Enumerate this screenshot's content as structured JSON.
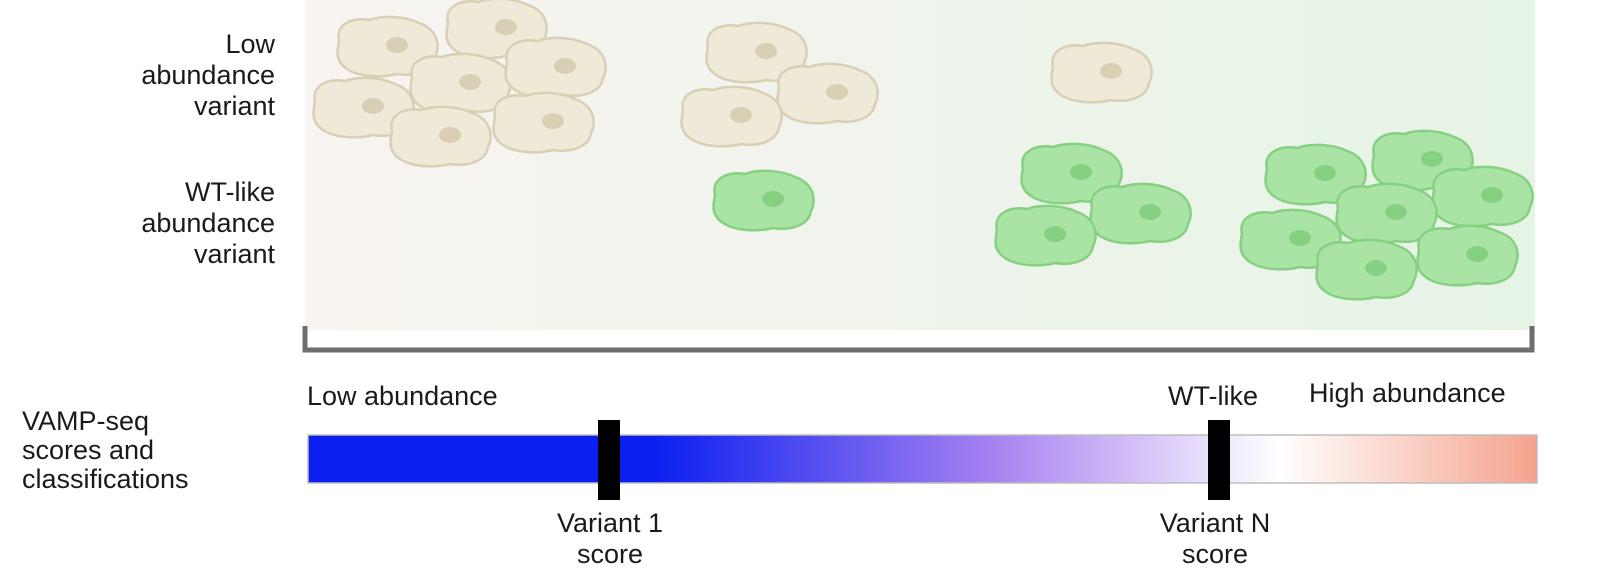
{
  "rows": [
    {
      "label_lines": [
        "Low",
        "abundance",
        "variant"
      ]
    },
    {
      "label_lines": [
        "WT-like",
        "abundance",
        "variant"
      ]
    }
  ],
  "scale": {
    "label_lines": [
      "VAMP-seq",
      "scores and",
      "classifications"
    ],
    "class_low": "Low abundance",
    "class_wt": "WT-like",
    "class_high": "High abundance",
    "gradient_colors": {
      "low": "#0a1ff0",
      "mid": "#a883f0",
      "wt": "#ffffff",
      "high": "#f4a38e"
    },
    "markers": [
      {
        "label_lines": [
          "Variant 1",
          "score"
        ]
      },
      {
        "label_lines": [
          "Variant N",
          "score"
        ]
      }
    ]
  },
  "colors": {
    "low_cell_fill": "#efe9d8",
    "low_cell_stroke": "#d8cfb4",
    "wt_cell_fill": "#a9e4a5",
    "wt_cell_stroke": "#86d181",
    "panel_bg_left": "#f8f4f1",
    "panel_bg_right": "#e6f4e6",
    "bracket": "#6e6e6e",
    "marker": "#000000"
  }
}
